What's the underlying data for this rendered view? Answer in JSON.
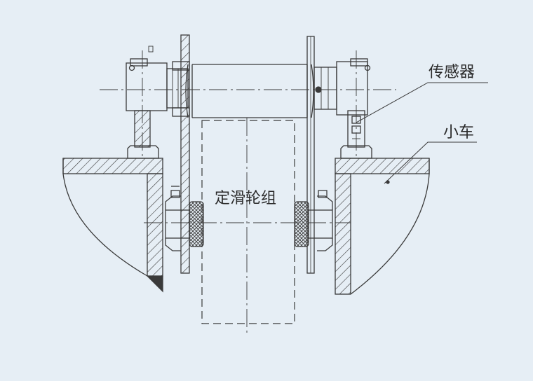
{
  "labels": {
    "sensor": "传感器",
    "trolley": "小车",
    "pulley_block": "定滑轮组"
  },
  "colors": {
    "background": "#e6eef5",
    "line": "#3a3a3a"
  }
}
